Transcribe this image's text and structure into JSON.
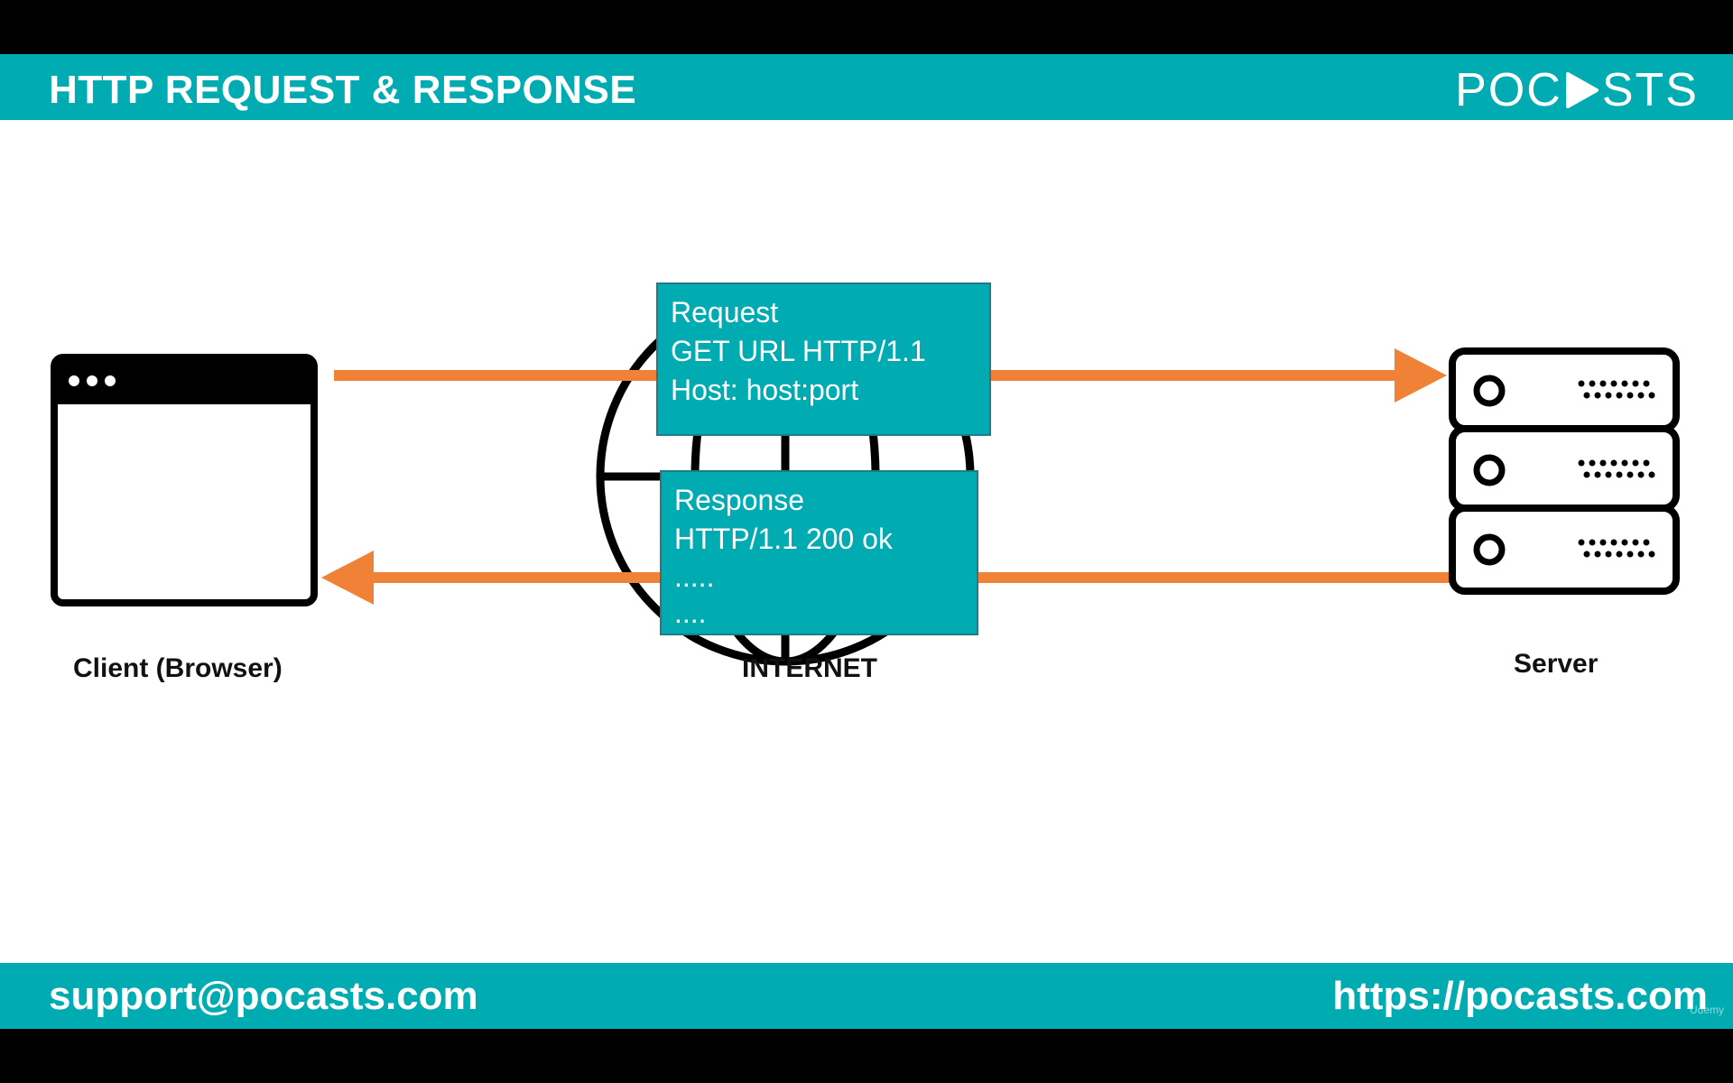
{
  "header": {
    "title": "HTTP REQUEST & RESPONSE",
    "logo_left": "POC",
    "logo_right": "STS"
  },
  "diagram": {
    "client_label": "Client (Browser)",
    "internet_label": "INTERNET",
    "server_label": "Server",
    "request_lines": [
      "Request",
      "GET URL HTTP/1.1",
      "Host: host:port"
    ],
    "response_lines": [
      "Response",
      "HTTP/1.1 200 ok",
      ".....",
      "...."
    ]
  },
  "footer": {
    "support": "support@pocasts.com",
    "website": "https://pocasts.com",
    "watermark": "Udemy"
  },
  "colors": {
    "teal": "#01abb2",
    "arrow": "#ef8236",
    "icon": "#000000"
  }
}
